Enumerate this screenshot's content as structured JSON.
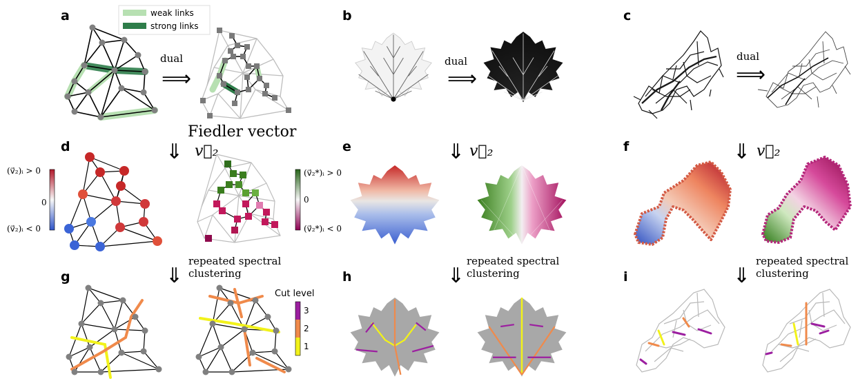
{
  "panels": {
    "a": "a",
    "b": "b",
    "c": "c",
    "d": "d",
    "e": "e",
    "f": "f",
    "g": "g",
    "h": "h",
    "i": "i"
  },
  "legend_a": {
    "weak": "weak links",
    "strong": "strong links"
  },
  "dual_label": "dual",
  "fiedler_label": "Fiedler vector",
  "v2_label": "v⃗₂",
  "spectral_label": [
    "repeated spectral",
    "clustering"
  ],
  "colorbar_d": {
    "top": "(v⃗₂)ᵢ > 0",
    "mid": "0",
    "bottom": "(v⃗₂)ᵢ < 0"
  },
  "colorbar_dual": {
    "top": "(v⃗₂*)ᵢ > 0",
    "mid": "0",
    "bottom": "(v⃗₂*)ᵢ < 0"
  },
  "cut_legend": {
    "title": "Cut level",
    "levels": [
      "3",
      "2",
      "1"
    ]
  },
  "colors": {
    "weak": "#b7e0b2",
    "strong": "#2e7d4a",
    "red": "#c62828",
    "blue": "#3b64d6",
    "green": "#3a7d1e",
    "magenta": "#c2185b",
    "cut1": "#f2f21a",
    "cut2": "#f08a4b",
    "cut3": "#9c1fa0",
    "grey": "#9e9e9e"
  }
}
